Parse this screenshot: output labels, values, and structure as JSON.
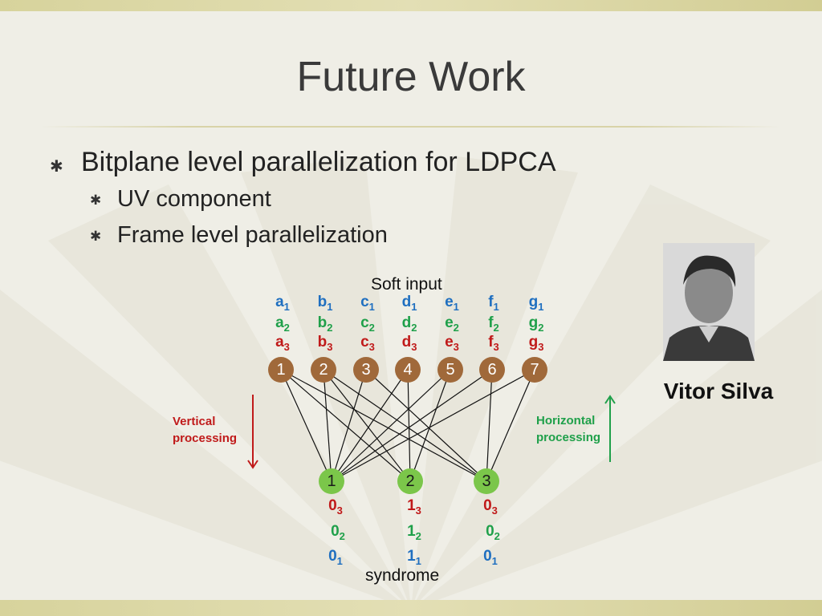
{
  "slide": {
    "title": "Future Work",
    "bullet_level1": "Bitplane level parallelization for LDPCA",
    "bullet_level2": [
      "UV component",
      "Frame level parallelization"
    ],
    "bullet_marker": "✱"
  },
  "photo": {
    "name": "Vitor Silva"
  },
  "diagram": {
    "top_caption": "Soft input",
    "bottom_caption": "syndrome",
    "variable_columns": [
      {
        "letter": "a"
      },
      {
        "letter": "b"
      },
      {
        "letter": "c"
      },
      {
        "letter": "d"
      },
      {
        "letter": "e"
      },
      {
        "letter": "f"
      },
      {
        "letter": "g"
      }
    ],
    "row_subscripts": [
      "1",
      "2",
      "3"
    ],
    "row_colors": [
      "#1f6fc0",
      "#1fa04a",
      "#c01a1a"
    ],
    "check_nodes": [
      "1",
      "2",
      "3",
      "4",
      "5",
      "6",
      "7"
    ],
    "syndrome_nodes": [
      "1",
      "2",
      "3"
    ],
    "syndrome_values": [
      [
        {
          "v": "0",
          "s": "3"
        },
        {
          "v": "1",
          "s": "3"
        },
        {
          "v": "0",
          "s": "3"
        }
      ],
      [
        {
          "v": "0",
          "s": "2"
        },
        {
          "v": "1",
          "s": "2"
        },
        {
          "v": "0",
          "s": "2"
        }
      ],
      [
        {
          "v": "0",
          "s": "1"
        },
        {
          "v": "1",
          "s": "1"
        },
        {
          "v": "0",
          "s": "1"
        }
      ]
    ],
    "syndrome_row_colors": [
      "#c01a1a",
      "#1fa04a",
      "#1f6fc0"
    ],
    "edges": [
      [
        1,
        1
      ],
      [
        1,
        2
      ],
      [
        1,
        3
      ],
      [
        2,
        1
      ],
      [
        2,
        2
      ],
      [
        2,
        3
      ],
      [
        3,
        1
      ],
      [
        3,
        3
      ],
      [
        4,
        1
      ],
      [
        4,
        2
      ],
      [
        5,
        1
      ],
      [
        5,
        2
      ],
      [
        6,
        1
      ],
      [
        6,
        3
      ],
      [
        7,
        1
      ],
      [
        7,
        3
      ]
    ],
    "vertical_label": [
      "Vertical",
      "processing"
    ],
    "vertical_color": "#c01a1a",
    "horizontal_label": [
      "Horizontal",
      "processing"
    ],
    "horizontal_color": "#1fa04a"
  }
}
